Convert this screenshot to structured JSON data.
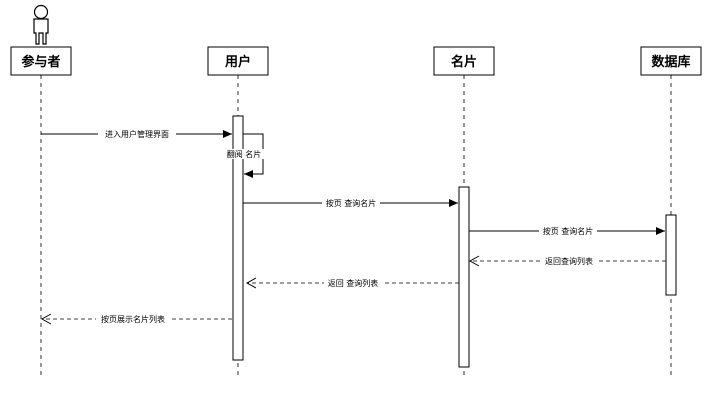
{
  "diagram": {
    "type": "sequence",
    "actor": {
      "label": "参与者"
    },
    "lifelines": [
      {
        "id": "user",
        "label": "用户"
      },
      {
        "id": "card",
        "label": "名片"
      },
      {
        "id": "db",
        "label": "数据库"
      }
    ],
    "messages": [
      {
        "label": "进入用户管理界面",
        "from": "actor",
        "to": "user",
        "style": "solid"
      },
      {
        "label": "翻阅 名片",
        "from": "user",
        "to": "user",
        "style": "self"
      },
      {
        "label": "按页 查询名片",
        "from": "user",
        "to": "card",
        "style": "solid"
      },
      {
        "label": "按页 查询名片",
        "from": "card",
        "to": "db",
        "style": "solid"
      },
      {
        "label": "返回查询列表",
        "from": "db",
        "to": "card",
        "style": "dashed"
      },
      {
        "label": "返回 查询列表",
        "from": "card",
        "to": "user",
        "style": "dashed"
      },
      {
        "label": "按页展示名片列表",
        "from": "user",
        "to": "actor",
        "style": "dashed"
      }
    ]
  }
}
